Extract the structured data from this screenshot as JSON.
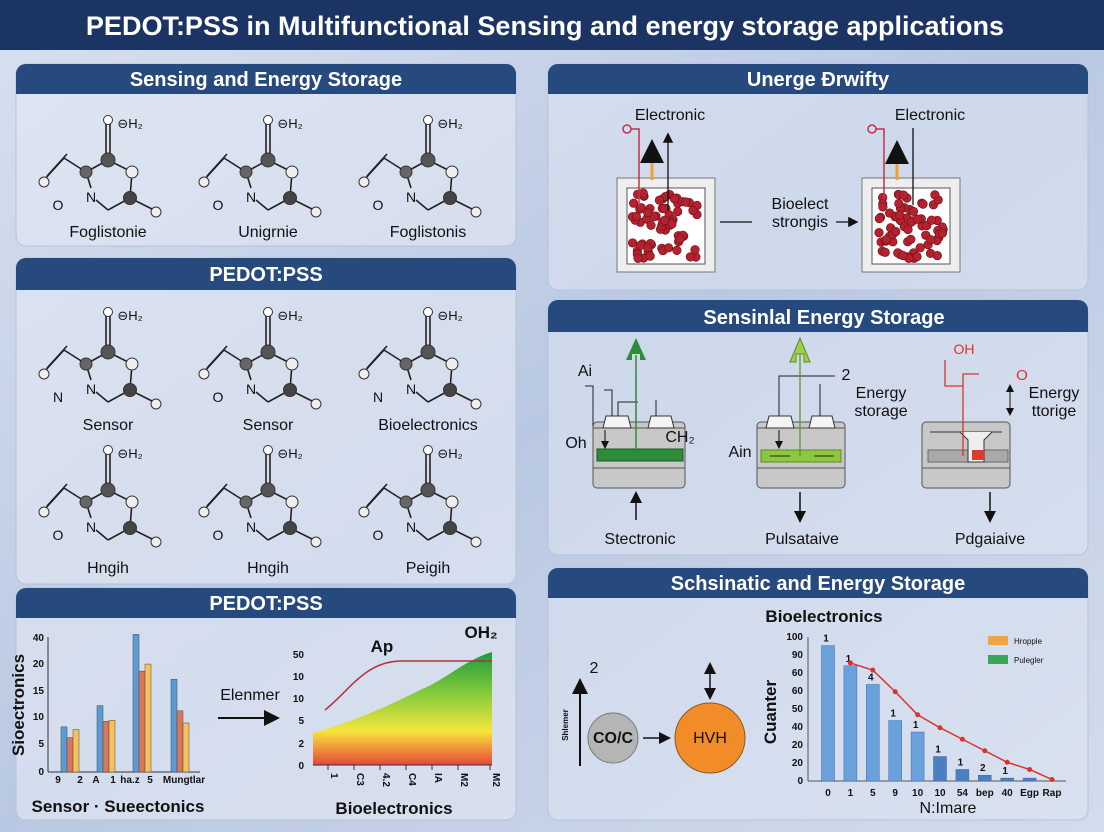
{
  "title": "PEDOT:PSS in Multifunctional Sensing and energy storage applications",
  "colors": {
    "title_bar": "#1c3463",
    "panel_header": "#26497e",
    "background": "#c9d5e9",
    "green": "#2e8b3a",
    "light_green": "#8dc63f",
    "orange": "#f28c28",
    "red": "#d9342b",
    "bar_blue": "#5b9bd5"
  },
  "left_panels": {
    "panel1": {
      "header": "Sensing and Energy Storage",
      "molecules": [
        {
          "label": "Foglistonie",
          "atom": "O"
        },
        {
          "label": "Unigrnie",
          "atom": "O"
        },
        {
          "label": "Foglistonis",
          "atom": "O"
        }
      ]
    },
    "panel2": {
      "header": "PEDOT:PSS",
      "row1": [
        {
          "label": "Sensor",
          "atom": "N"
        },
        {
          "label": "Sensor",
          "atom": "O"
        },
        {
          "label": "Bioelectronics",
          "atom": "N"
        }
      ],
      "row2": [
        {
          "label": "Hngih",
          "atom": "O"
        },
        {
          "label": "Hngih",
          "atom": "O"
        },
        {
          "label": "Peigih",
          "atom": "O"
        }
      ]
    },
    "molecule_top_label": "⊖H₂",
    "panel3": {
      "header": "PEDOT:PSS",
      "arrow_label": "Elenmer"
    }
  },
  "right_panels": {
    "panel1": {
      "header": "Unerge Ðrwifty",
      "left_label": "Electronic",
      "right_label": "Electronic",
      "middle_line1": "Bioelect",
      "middle_line2": "strongis"
    },
    "panel2": {
      "header": "Sensinlal Energy Storage",
      "device1": {
        "label": "Stectronic",
        "tag_air": "Ai",
        "tag_oh": "Oh",
        "tag_ch": "CH₂"
      },
      "device2": {
        "label": "Pulsataive",
        "tag_air": "Ain",
        "tag_num": "2",
        "note1": "Energy",
        "note2": "storage"
      },
      "device3": {
        "label": "Pdgaiaive",
        "tag_oh": "OH",
        "tag_o": "O",
        "note1": "Energy",
        "note2": "ttorige"
      }
    },
    "panel3": {
      "header": "Schsinatic and Energy Storage",
      "subtitle": "Bioelectronics",
      "axis_label": "Shlemer",
      "axis_num": "2",
      "node1": "CO/C",
      "node2": "HVH"
    }
  },
  "chart_data": [
    {
      "type": "bar",
      "ylabel": "Sioectronics",
      "xlabel": "Sensor · Sueectonics",
      "ytick_labels": [
        "0",
        "5",
        "10",
        "15",
        "20",
        "40"
      ],
      "xtick_labels": [
        "9",
        "2",
        "A",
        "1",
        "ha.z",
        "5",
        "Mungtlar"
      ],
      "series": [
        {
          "color": "#5b9bd5",
          "values": [
            8,
            12,
            42,
            17
          ]
        },
        {
          "color": "#d9775a",
          "values": [
            6,
            9,
            18.5,
            11
          ]
        },
        {
          "color": "#f7c15a",
          "values": [
            7.5,
            9.2,
            19.8,
            8.7
          ]
        }
      ]
    },
    {
      "type": "area",
      "title": "Ap",
      "corner_label": "OH₂",
      "xlabel": "Bioelectronics",
      "ytick_labels": [
        "0",
        "2",
        "5",
        "10",
        "10",
        "50"
      ],
      "xtick_labels": [
        "1",
        "C3",
        "4.2",
        "C4",
        "IA",
        "M2",
        "M2"
      ]
    },
    {
      "type": "bar",
      "ylabel": "Cuanter",
      "xlabel": "N:Imare",
      "ytick_labels": [
        "0",
        "20",
        "20",
        "40",
        "50",
        "60",
        "60",
        "90",
        "100"
      ],
      "categories": [
        "0",
        "1",
        "5",
        "9",
        "10",
        "10",
        "54",
        "bep",
        "40",
        "Egp",
        "Rap"
      ],
      "values": [
        94,
        80,
        67,
        42,
        34,
        17,
        8,
        4,
        2,
        2,
        0
      ],
      "bar_labels": [
        "1",
        "1",
        "4",
        "1",
        "1",
        "1",
        "1",
        "2",
        "1",
        "",
        ""
      ],
      "line_values": [
        null,
        82,
        77,
        62,
        46,
        37,
        29,
        21,
        13,
        8,
        1
      ],
      "legend": [
        {
          "name": "Hropple",
          "color": "#f2a444"
        },
        {
          "name": "Pulegler",
          "color": "#3aa657"
        }
      ],
      "legend_position": "top-right"
    }
  ]
}
